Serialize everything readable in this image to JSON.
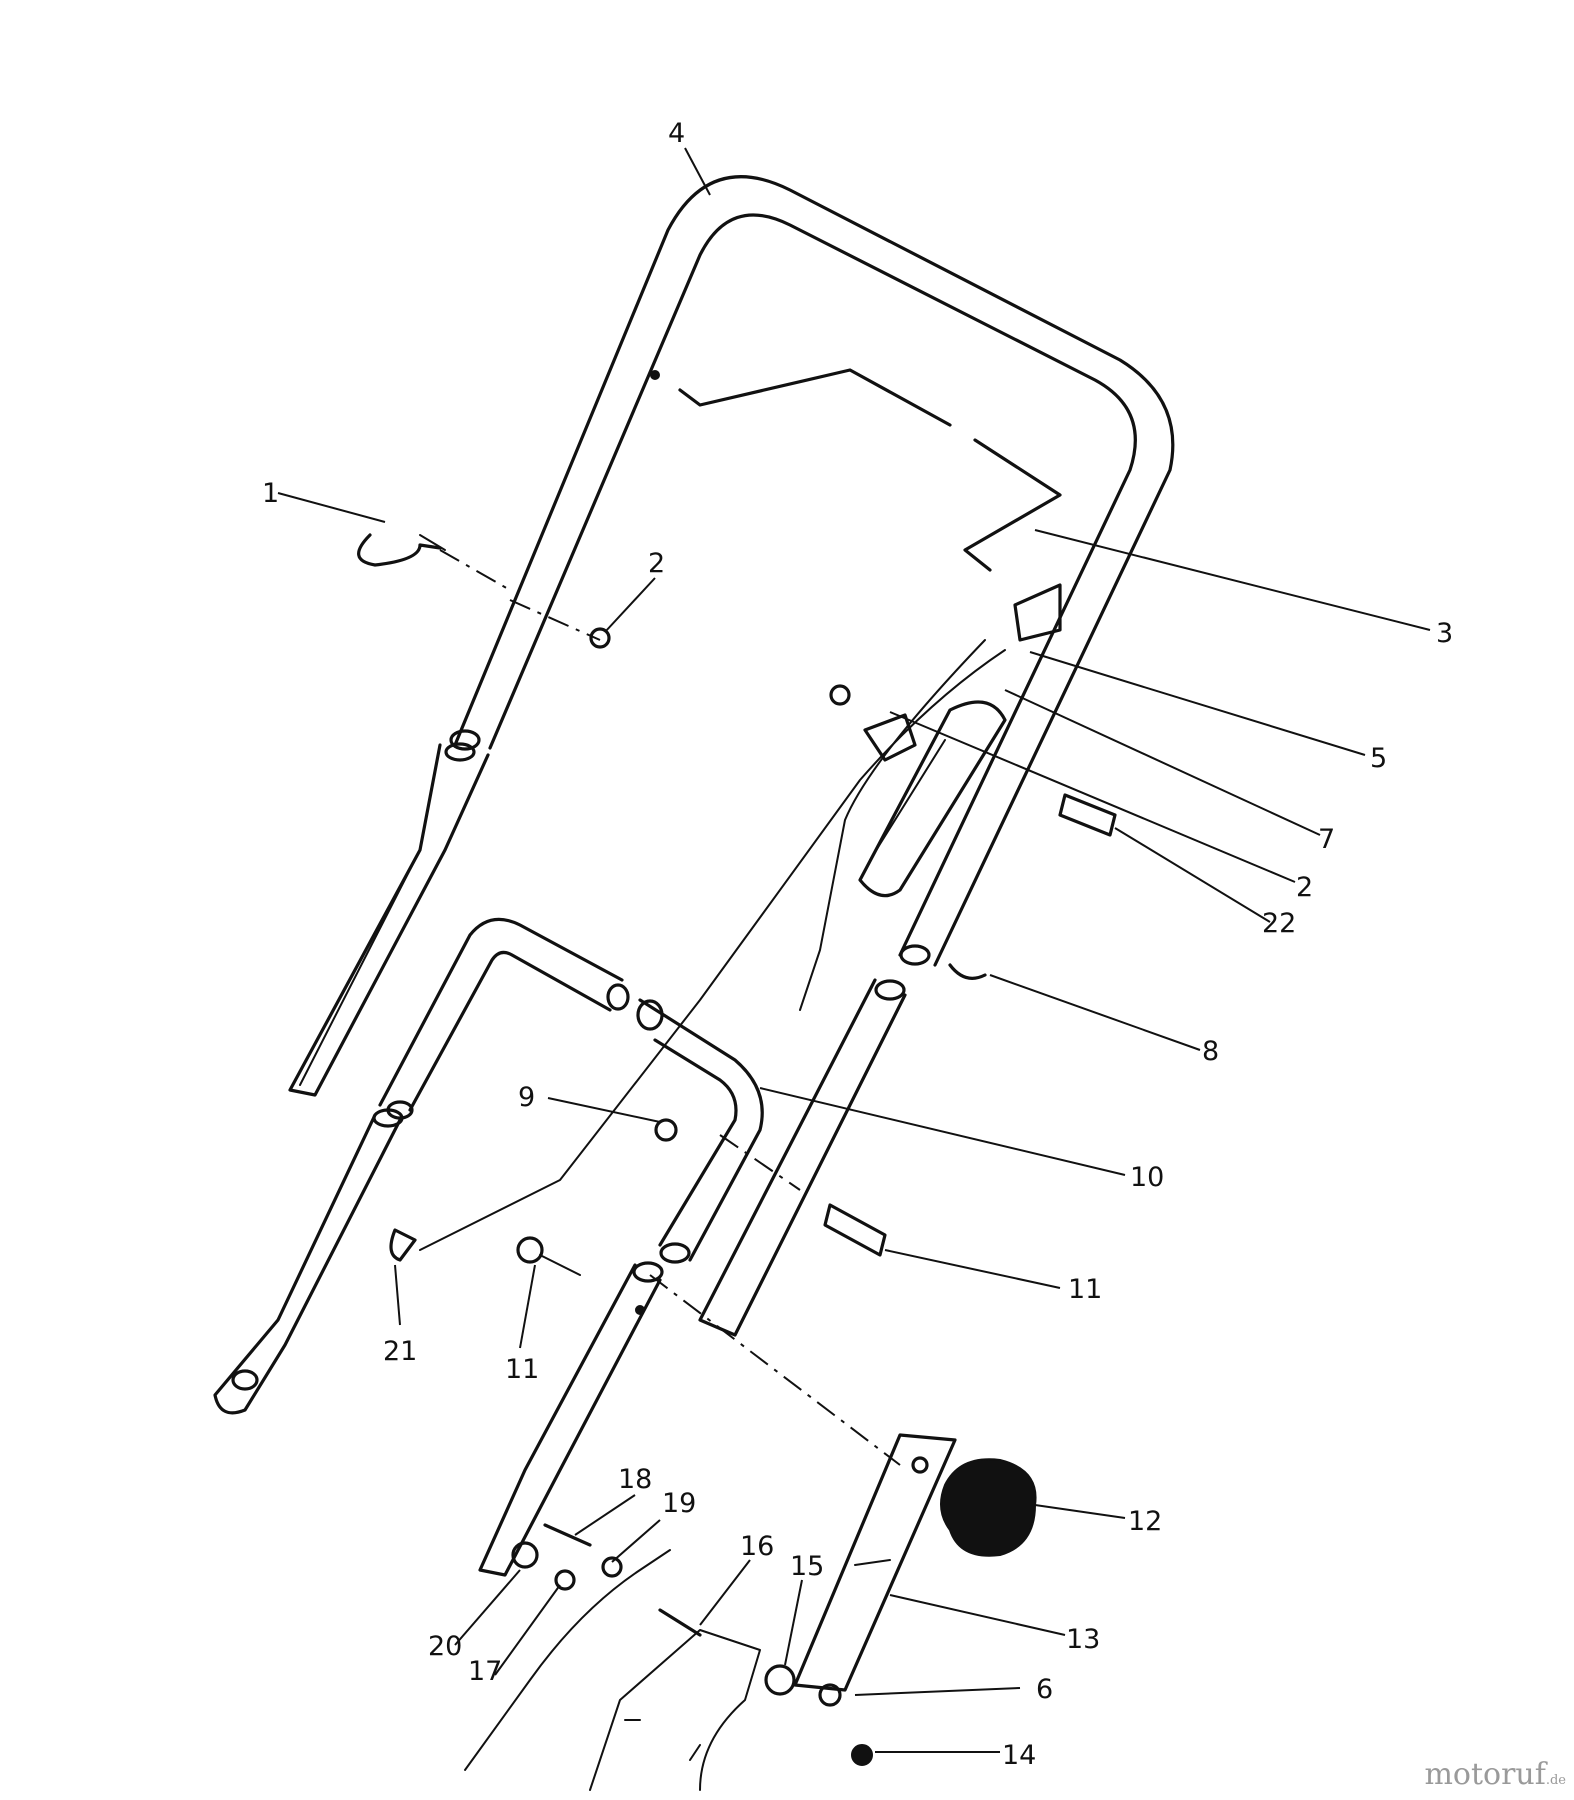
{
  "callouts": {
    "c1": "1",
    "c2a": "2",
    "c2b": "2",
    "c3": "3",
    "c4": "4",
    "c5": "5",
    "c6": "6",
    "c7": "7",
    "c8": "8",
    "c9": "9",
    "c10": "10",
    "c11a": "11",
    "c11b": "11",
    "c12": "12",
    "c13": "13",
    "c14": "14",
    "c15": "15",
    "c16": "16",
    "c17": "17",
    "c18": "18",
    "c19": "19",
    "c20": "20",
    "c21": "21",
    "c22": "22"
  },
  "watermark": {
    "text": "motoruf",
    "suffix": ".de"
  }
}
